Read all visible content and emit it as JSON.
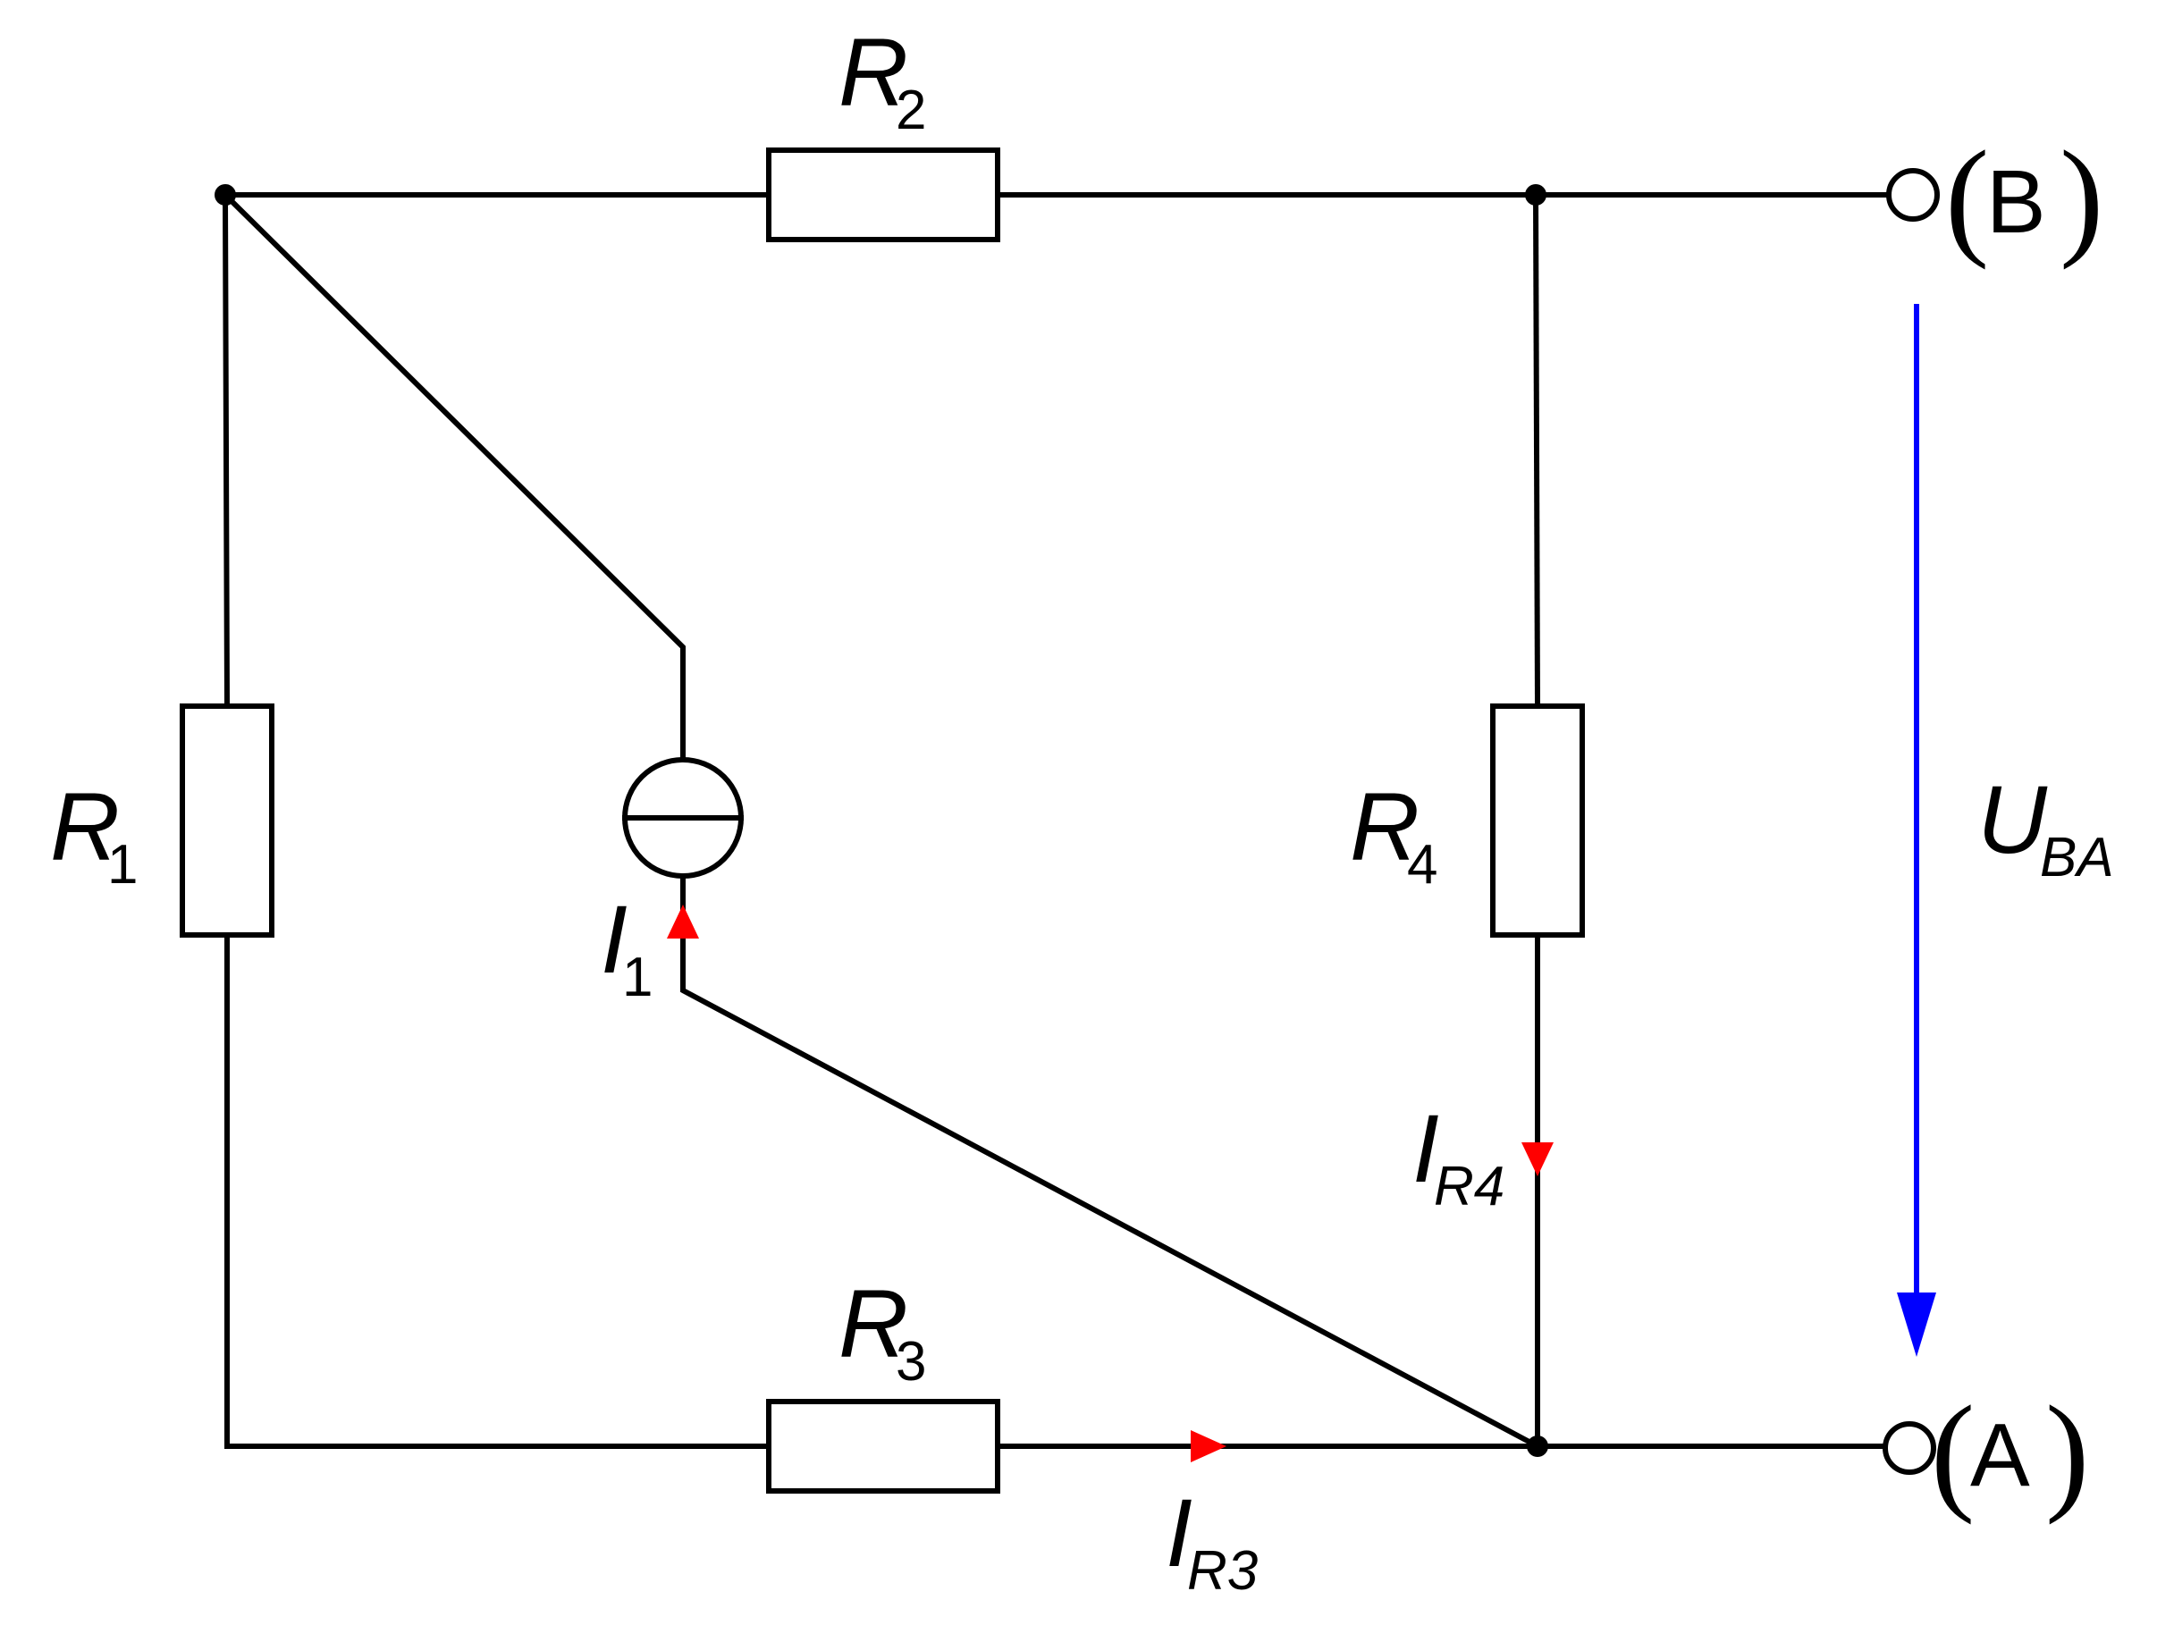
{
  "components": {
    "R1": {
      "symbol": "R",
      "index": "1"
    },
    "R2": {
      "symbol": "R",
      "index": "2"
    },
    "R3": {
      "symbol": "R",
      "index": "3"
    },
    "R4": {
      "symbol": "R",
      "index": "4"
    },
    "I1": {
      "symbol": "I",
      "index": "1"
    }
  },
  "currents": {
    "IR3": {
      "symbol": "I",
      "index": "R3"
    },
    "IR4": {
      "symbol": "I",
      "index": "R4"
    }
  },
  "voltage": {
    "symbol": "U",
    "index": "BA"
  },
  "terminals": {
    "B": {
      "name": "B"
    },
    "A": {
      "name": "A"
    }
  },
  "colors": {
    "wire": "#000000",
    "current_arrow": "#ff0000",
    "voltage_arrow": "#0000ff"
  }
}
